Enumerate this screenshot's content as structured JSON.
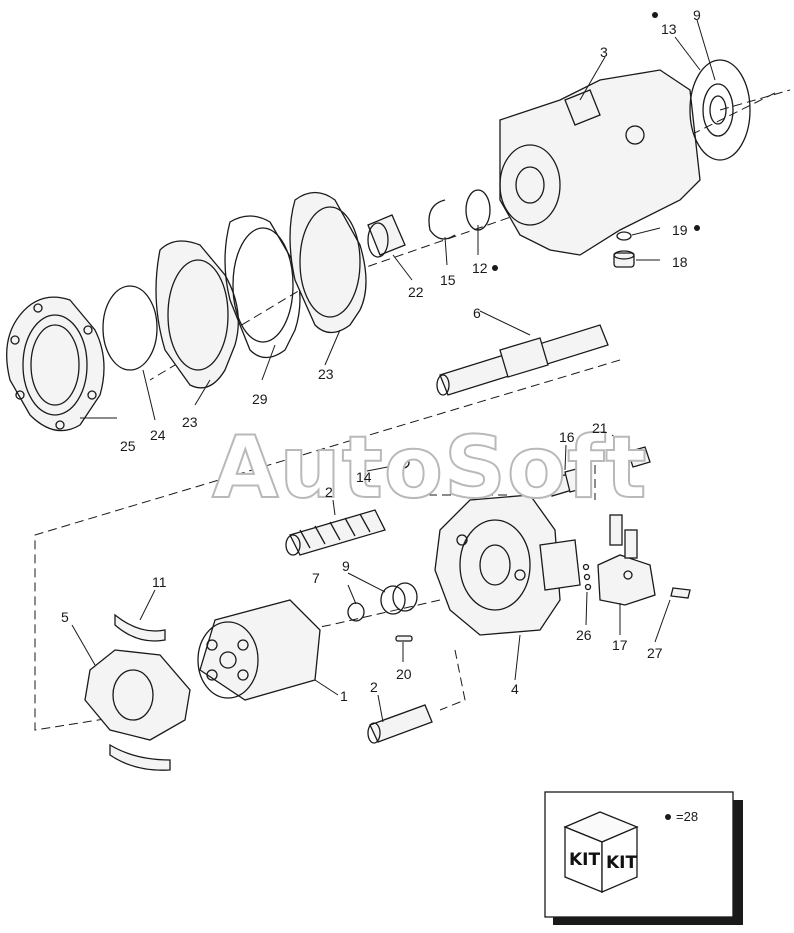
{
  "watermark": "AutoSoft",
  "callouts": {
    "c1": "1",
    "c2a": "2",
    "c2b": "2",
    "c3": "3",
    "c4": "4",
    "c5": "5",
    "c6": "6",
    "c7": "7",
    "c9a": "9",
    "c9b": "9",
    "c11": "11",
    "c12": "12",
    "c13": "13",
    "c14": "14",
    "c15": "15",
    "c16": "16",
    "c17": "17",
    "c18": "18",
    "c19": "19",
    "c20": "20",
    "c21": "21",
    "c22": "22",
    "c23a": "23",
    "c23b": "23",
    "c24": "24",
    "c25": "25",
    "c26": "26",
    "c27": "27",
    "c29": "29"
  },
  "kit_box": {
    "kit_left": "KIT",
    "kit_right": "KIT",
    "legend": "=28"
  },
  "colors": {
    "line": "#1a1a1a",
    "watermark_stroke": "#b9b9b9",
    "box_shadow": "#1a1a1a"
  }
}
